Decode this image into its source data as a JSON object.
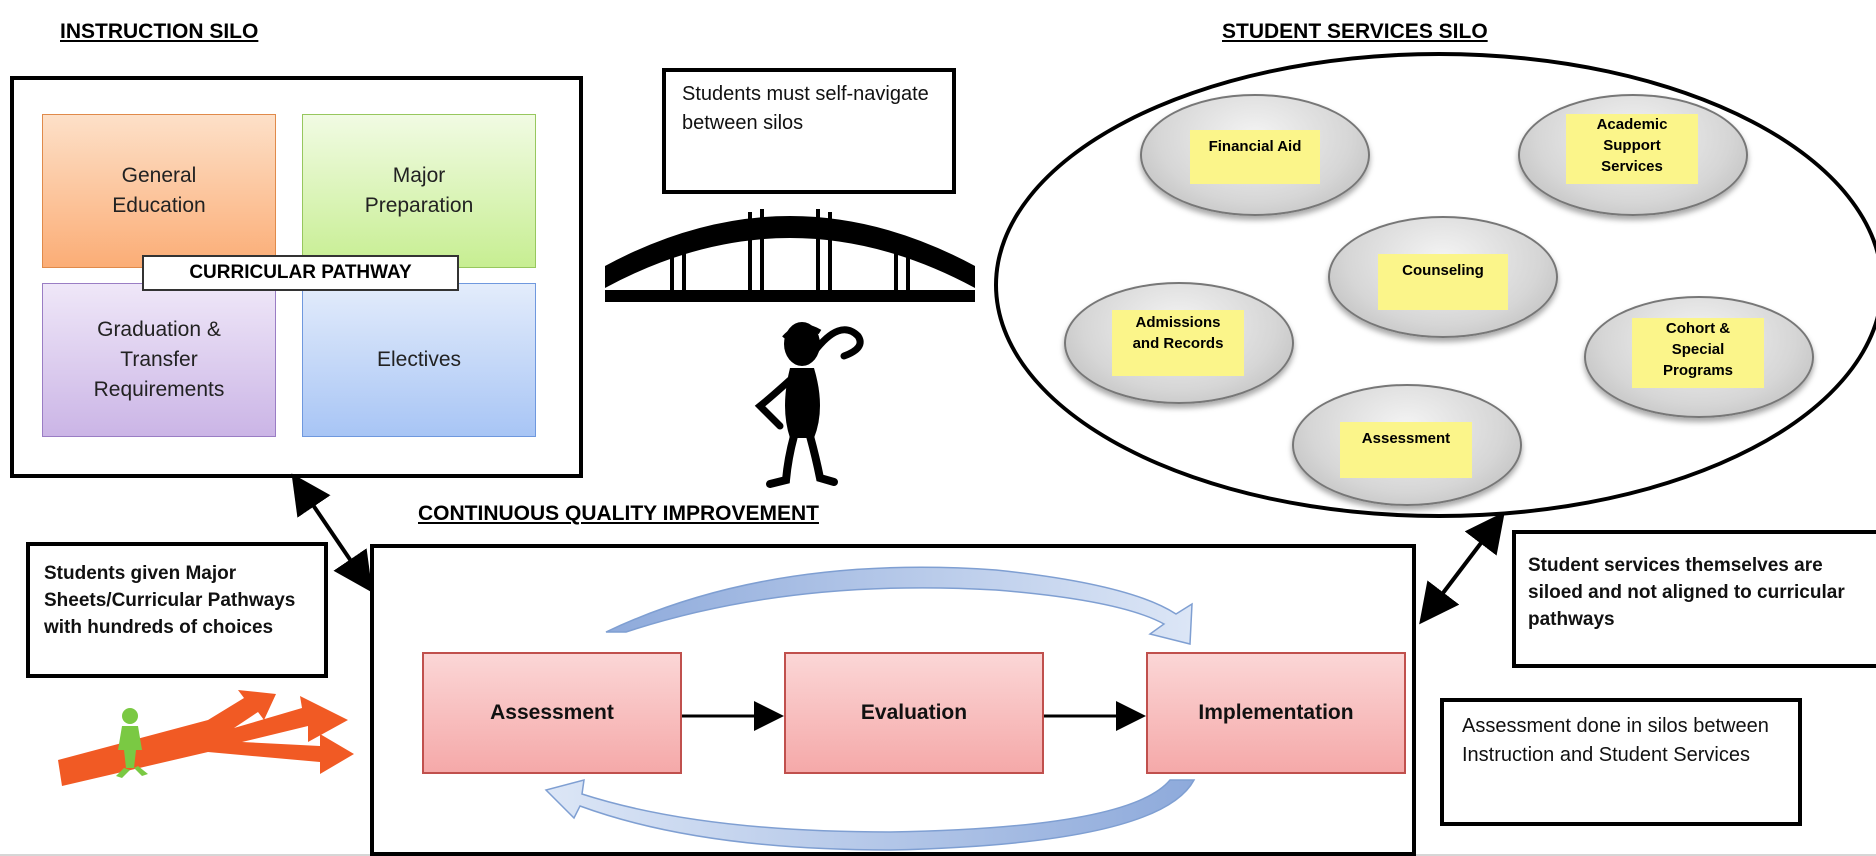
{
  "instruction_silo": {
    "heading": "INSTRUCTION SILO",
    "tiles": [
      {
        "label": "General\nEducation",
        "color": "#fbb98b"
      },
      {
        "label": "Major\nPreparation",
        "color": "#d6f5a8"
      },
      {
        "label": "Graduation &\nTransfer\nRequirements",
        "color": "#d9c7ec"
      },
      {
        "label": "Electives",
        "color": "#bcd3f7"
      }
    ],
    "pathway_label": "CURRICULAR PATHWAY"
  },
  "bridge_note": "Students must self-navigate between silos",
  "student_services_silo": {
    "heading": "STUDENT  SERVICES SILO",
    "services": [
      {
        "label": "Financial Aid"
      },
      {
        "label": "Academic\nSupport\nServices"
      },
      {
        "label": "Counseling"
      },
      {
        "label": "Admissions\nand Records"
      },
      {
        "label": "Cohort &\nSpecial\nPrograms"
      },
      {
        "label": "Assessment"
      }
    ]
  },
  "cqi": {
    "heading": "CONTINUOUS QUALITY IMPROVEMENT",
    "steps": [
      "Assessment",
      "Evaluation",
      "Implementation"
    ]
  },
  "callouts": {
    "major_sheets": "Students given Major Sheets/Curricular Pathways with hundreds of choices",
    "services_not_aligned": "Student services themselves are siloed and not aligned to curricular pathways",
    "assessment_silos": "Assessment done in silos between Instruction and Student Services"
  },
  "colors": {
    "cqi_box_fill": "#f8b9b9",
    "cqi_box_border": "#c0504d",
    "cycle_arrow": "#8eaadb",
    "sticky_note": "#fbf58a",
    "decision_arrow": "#f15a24",
    "person": "#7ac943"
  },
  "icons": [
    "bridge-icon",
    "confused-person-icon",
    "branching-arrow-icon"
  ]
}
